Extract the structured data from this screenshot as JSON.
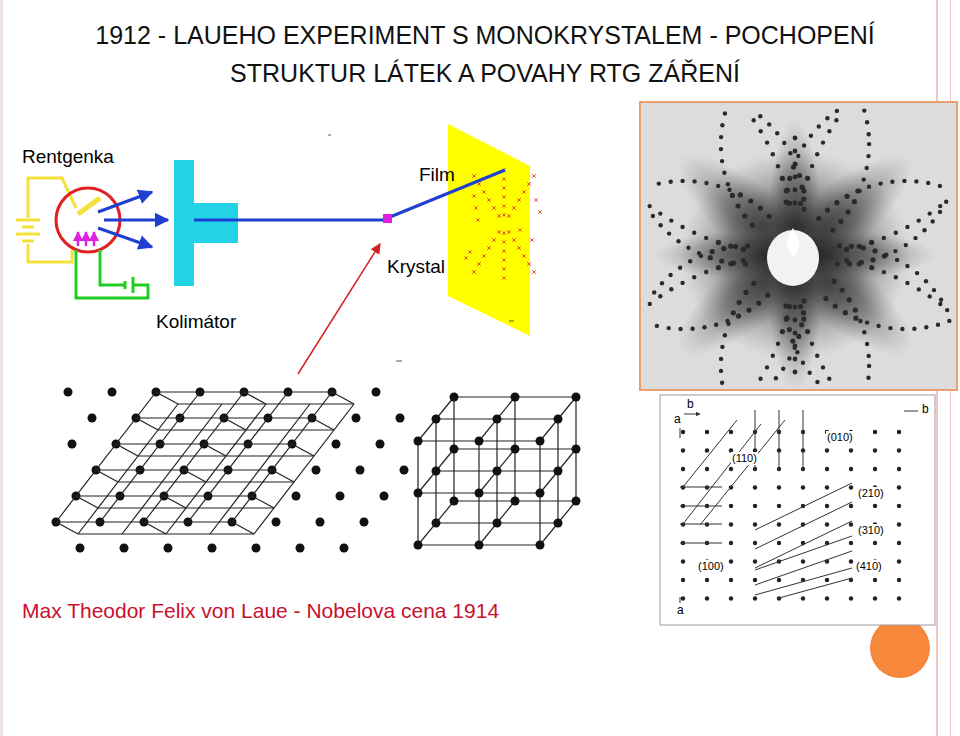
{
  "diagram": {
    "title": "1912 - LAUEHO EXPERIMENT S MONOKRYSTALEM - POCHOPENÍ STRUKTUR LÁTEK A POVAHY RTG ZÁŘENÍ",
    "caption": "Max Theodor Felix von Laue - Nobelova cena 1914",
    "labels": [
      "Rentgenka",
      "Film",
      "Krystal",
      "Kolimátor",
      "b",
      "a",
      "b",
      "a",
      "(010)",
      "(110)",
      "(210)",
      "(310)",
      "(100)",
      "(410)"
    ]
  }
}
